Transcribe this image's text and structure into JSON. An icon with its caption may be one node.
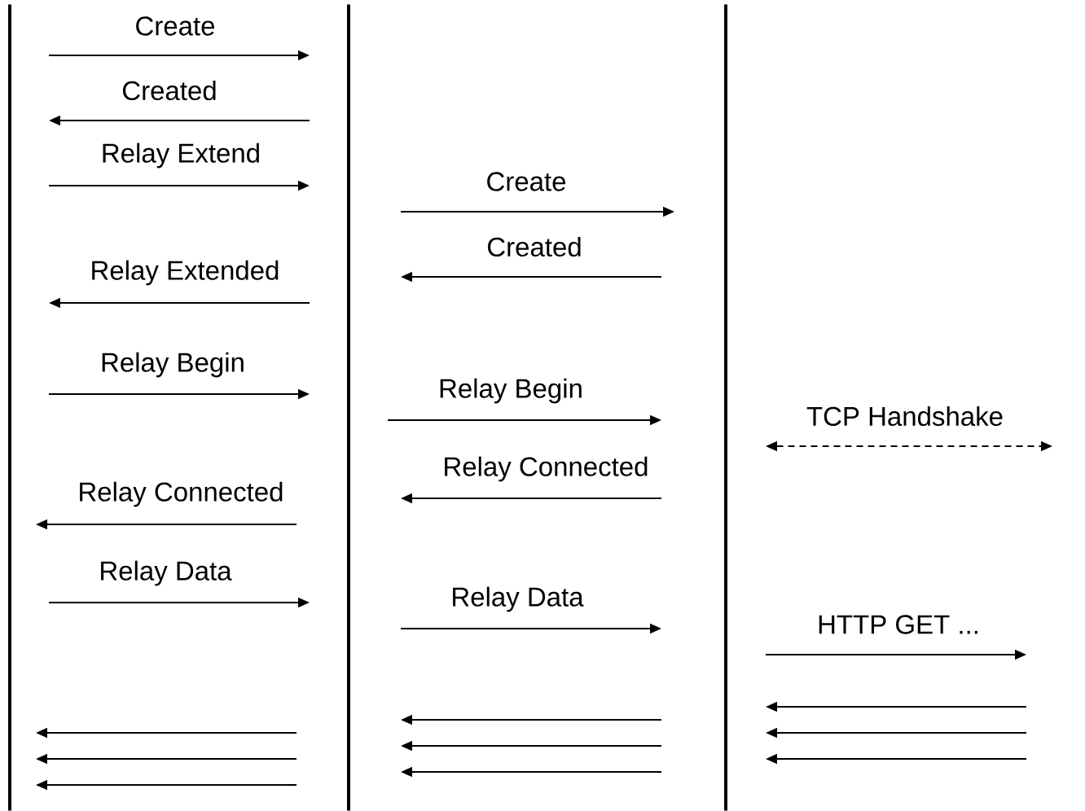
{
  "diagram": {
    "nodes": [
      {
        "text": [],
        "shape": "bar"
      },
      {
        "text": [],
        "shape": "bar"
      },
      {
        "text": [],
        "shape": "bar"
      }
    ],
    "edges": [
      {
        "from": 0,
        "to": 1,
        "arrow": "to",
        "label": "Create"
      },
      {
        "from": 1,
        "to": 0,
        "arrow": "to",
        "label": "Created"
      },
      {
        "from": 0,
        "to": 1,
        "arrow": "to",
        "label": "Relay Extend"
      },
      {
        "from": 1,
        "to": 0,
        "arrow": "to",
        "label": "Relay Extended"
      },
      {
        "from": 0,
        "to": 1,
        "arrow": "to",
        "label": "Relay Begin"
      },
      {
        "from": 1,
        "to": 0,
        "arrow": "to",
        "label": "Relay Connected"
      },
      {
        "from": 0,
        "to": 1,
        "arrow": "to",
        "label": "Relay Data"
      },
      {
        "from": 1,
        "to": 0,
        "arrow": "to"
      },
      {
        "from": 1,
        "to": 0,
        "arrow": "to"
      },
      {
        "from": 1,
        "to": 0,
        "arrow": "to"
      },
      {
        "from": 1,
        "to": 2,
        "arrow": "to",
        "label": "Create"
      },
      {
        "from": 2,
        "to": 1,
        "arrow": "to",
        "label": "Created"
      },
      {
        "from": 1,
        "to": 2,
        "arrow": "to",
        "label": "Relay Begin"
      },
      {
        "from": 2,
        "to": 1,
        "arrow": "to",
        "label": "Relay Connected"
      },
      {
        "from": 1,
        "to": 2,
        "arrow": "to",
        "label": "Relay Data"
      },
      {
        "from": 2,
        "to": 1,
        "arrow": "to"
      },
      {
        "from": 2,
        "to": 1,
        "arrow": "to"
      },
      {
        "from": 2,
        "to": 1,
        "arrow": "to"
      },
      {
        "from": 2,
        "to": null,
        "arrow": "both",
        "label": "TCP Handshake",
        "style": "dashed"
      },
      {
        "from": 2,
        "to": null,
        "arrow": "to",
        "label": "HTTP GET ..."
      },
      {
        "from": null,
        "to": 2,
        "arrow": "to"
      },
      {
        "from": null,
        "to": 2,
        "arrow": "to"
      },
      {
        "from": null,
        "to": 2,
        "arrow": "to"
      }
    ]
  }
}
